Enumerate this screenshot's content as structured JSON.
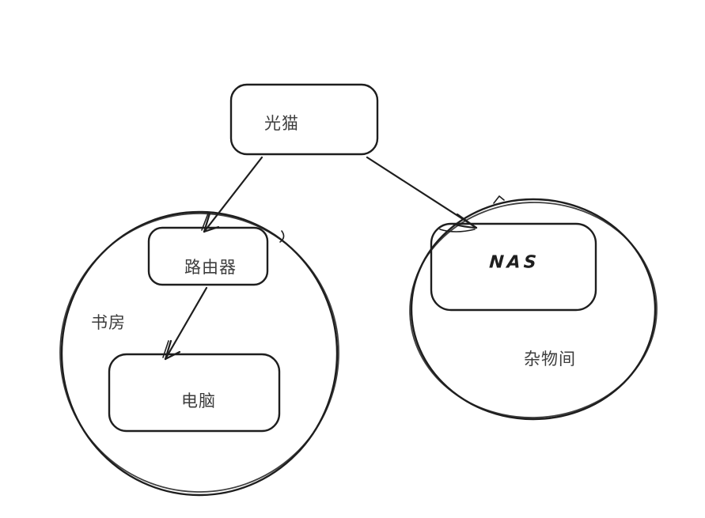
{
  "diagram": {
    "title": "home-network-topology",
    "nodes": {
      "modem": {
        "label": "光猫",
        "shape": "rounded-rectangle"
      },
      "router": {
        "label": "路由器",
        "shape": "rounded-rectangle"
      },
      "pc": {
        "label": "电脑",
        "shape": "rounded-rectangle"
      },
      "nas": {
        "label": "NAS",
        "shape": "rounded-rectangle"
      }
    },
    "groups": {
      "study_room": {
        "label": "书房",
        "shape": "circle",
        "contains": [
          "router",
          "pc"
        ]
      },
      "storage_room": {
        "label": "杂物间",
        "shape": "circle",
        "contains": [
          "nas"
        ]
      }
    },
    "edges": [
      {
        "from": "modem",
        "to": "router",
        "style": "arrow"
      },
      {
        "from": "modem",
        "to": "nas",
        "style": "arrow"
      },
      {
        "from": "router",
        "to": "pc",
        "style": "arrow"
      }
    ],
    "colors": {
      "stroke": "#1e1e1e",
      "text": "#3d3d3d",
      "background": "#ffffff"
    }
  }
}
